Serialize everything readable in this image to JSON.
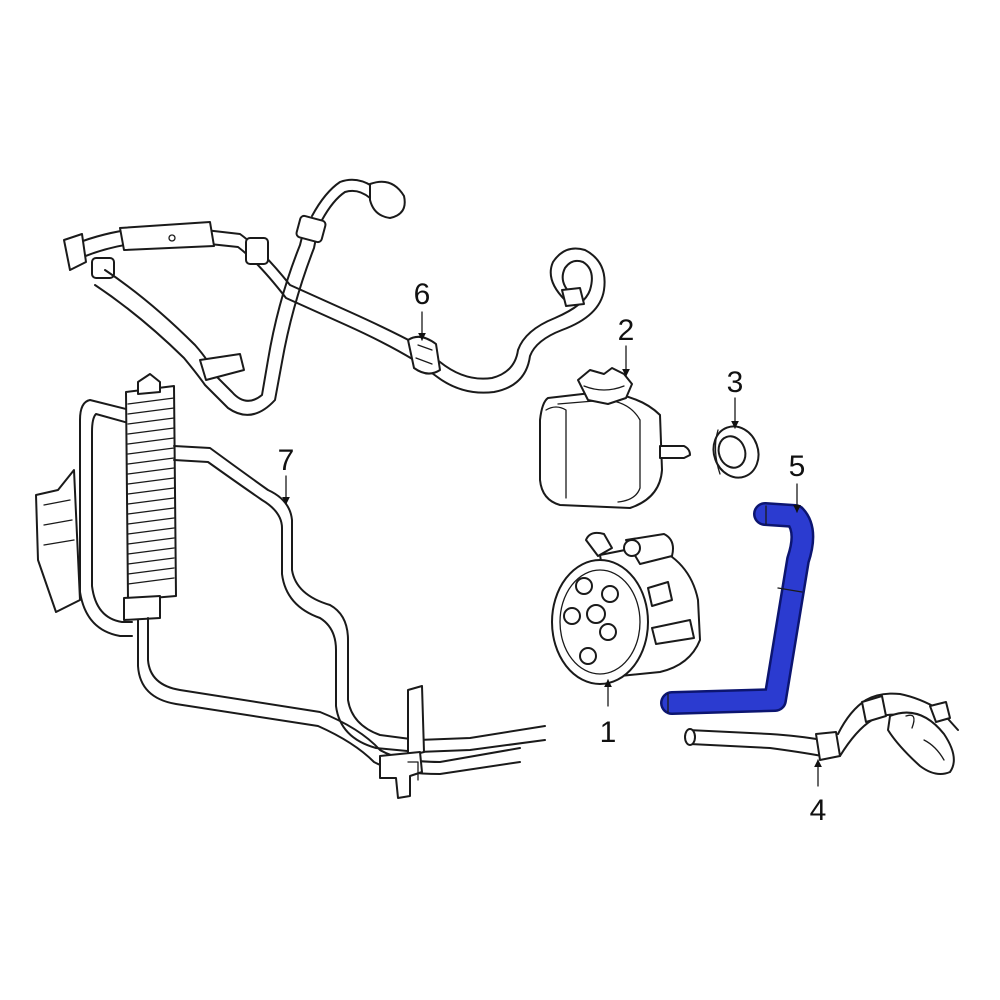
{
  "colors": {
    "line": "#1a1a1a",
    "highlight": "#2b3bd0",
    "highlight_stroke": "#0c1570",
    "background": "#ffffff"
  },
  "callouts": {
    "c1": "1",
    "c2": "2",
    "c3": "3",
    "c4": "4",
    "c5": "5",
    "c6": "6",
    "c7": "7"
  }
}
